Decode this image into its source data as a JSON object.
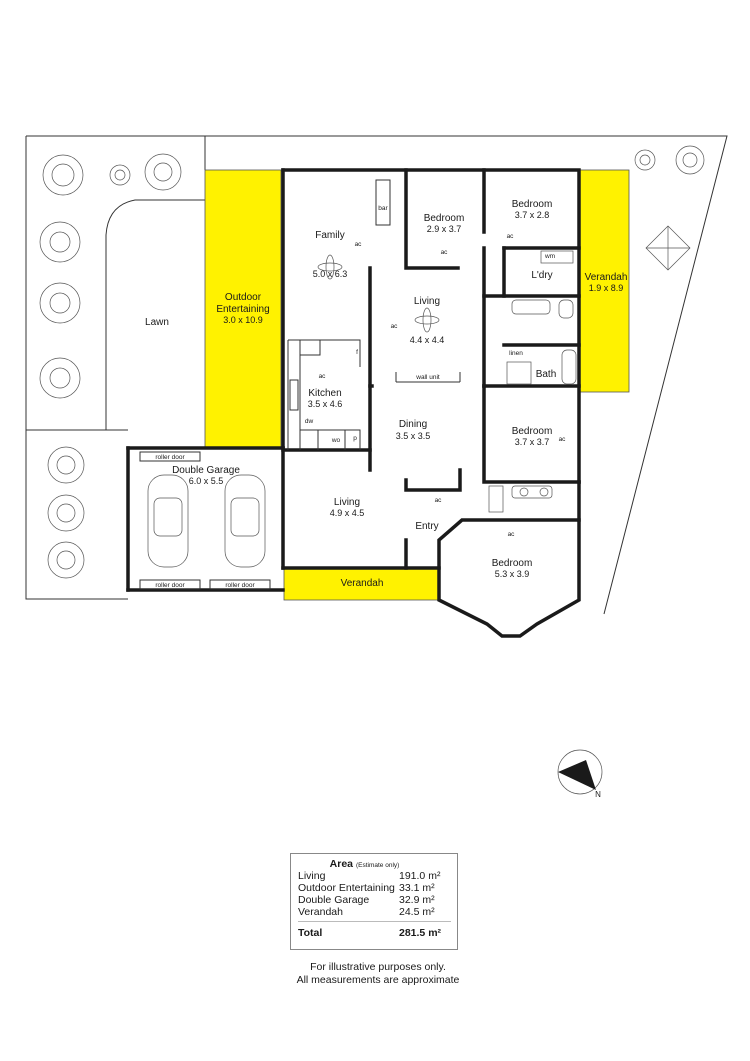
{
  "plan": {
    "rooms": {
      "family": {
        "name": "Family",
        "size": "5.0 x 6.3"
      },
      "bedroom_front": {
        "name": "Bedroom",
        "size": "2.9 x 3.7"
      },
      "bedroom_ne": {
        "name": "Bedroom",
        "size": "3.7 x 2.8"
      },
      "verandah_side": {
        "name": "Verandah",
        "size": "1.9 x 8.9"
      },
      "laundry": {
        "name": "L'dry"
      },
      "outdoor": {
        "name_line1": "Outdoor",
        "name_line2": "Entertaining",
        "size": "3.0 x 10.9"
      },
      "lawn": {
        "name": "Lawn"
      },
      "living_centre": {
        "name": "Living",
        "size": "4.4 x 4.4"
      },
      "kitchen": {
        "name": "Kitchen",
        "size": "3.5 x 4.6"
      },
      "bath": {
        "name": "Bath"
      },
      "dining": {
        "name": "Dining",
        "size": "3.5 x 3.5"
      },
      "bedroom_east": {
        "name": "Bedroom",
        "size": "3.7 x 3.7"
      },
      "garage": {
        "name": "Double Garage",
        "size": "6.0 x 5.5"
      },
      "living_front": {
        "name": "Living",
        "size": "4.9 x 4.5"
      },
      "entry": {
        "name": "Entry"
      },
      "bedroom_master": {
        "name": "Bedroom",
        "size": "5.3 x 3.9"
      },
      "verandah_front": {
        "name": "Verandah"
      }
    },
    "fixtures": {
      "bar": "bar",
      "ac": "ac",
      "wall_unit": "wall unit",
      "wm": "wm",
      "linen": "linen",
      "f": "f",
      "dw": "dw",
      "wo": "wo",
      "p": "p",
      "roller_door": "roller door"
    },
    "compass_label": "N"
  },
  "area": {
    "title": "Area",
    "note": "(Estimate only)",
    "rows": [
      {
        "label": "Living",
        "value": "191.0 m²"
      },
      {
        "label": "Outdoor Entertaining",
        "value": "33.1 m²"
      },
      {
        "label": "Double Garage",
        "value": "32.9 m²"
      },
      {
        "label": "Verandah",
        "value": "24.5 m²"
      }
    ],
    "total_label": "Total",
    "total_value": "281.5 m²"
  },
  "disclaimer": {
    "line1": "For illustrative purposes only.",
    "line2": "All measurements are approximate"
  },
  "colors": {
    "highlight": "#fff200",
    "wall": "#1a1a1a"
  }
}
